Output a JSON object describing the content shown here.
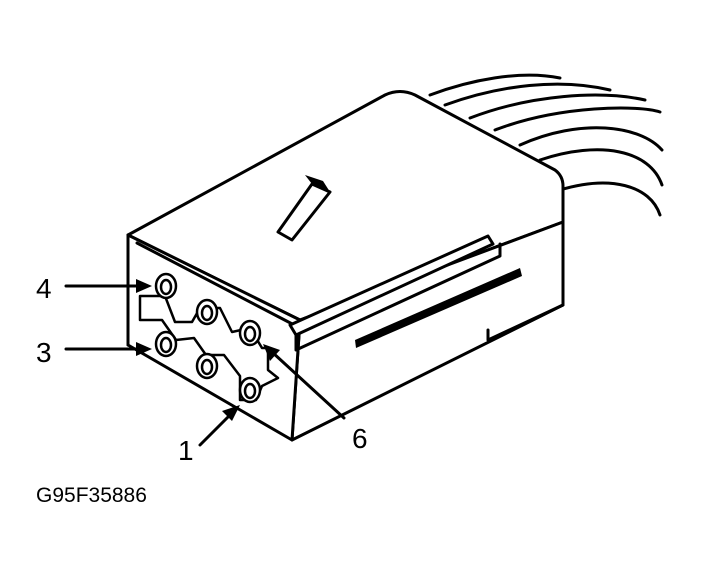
{
  "figure_id": "G95F35886",
  "callouts": [
    {
      "label": "4",
      "target": "top-left terminal"
    },
    {
      "label": "3",
      "target": "middle-left terminal"
    },
    {
      "label": "1",
      "target": "bottom-right terminal"
    },
    {
      "label": "6",
      "target": "top-right terminal"
    }
  ],
  "colors": {
    "ink": "#000000",
    "paper": "#ffffff"
  }
}
